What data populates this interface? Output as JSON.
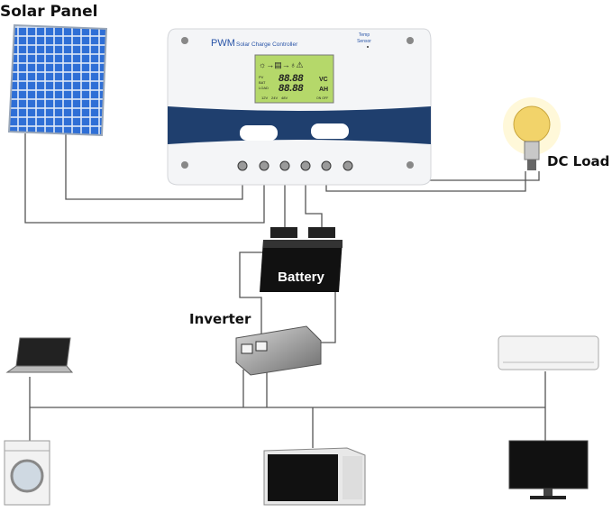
{
  "labels": {
    "solar_panel": "Solar Panel",
    "dc_load": "DC Load",
    "battery": "Battery",
    "inverter": "Inverter"
  },
  "controller": {
    "brand": "PWM",
    "name": "Solar Charge Controller",
    "temp_sensor_line1": "Temp",
    "temp_sensor_line2": "Sensor",
    "lcd": {
      "pv": "PV",
      "bat": "BAT",
      "load": "LOAD",
      "digits_top": "88.88",
      "digits_bottom": "88.88",
      "unit_top": "VC",
      "unit_bottom": "AH",
      "v12": "12V",
      "v24": "24V",
      "v48": "48V",
      "on_off": "ON OFF"
    }
  },
  "colors": {
    "controller_band": "#1f3f6e",
    "lcd": "#b5d86a",
    "panel_cell": "#2f6fd6",
    "wire": "#555555"
  }
}
